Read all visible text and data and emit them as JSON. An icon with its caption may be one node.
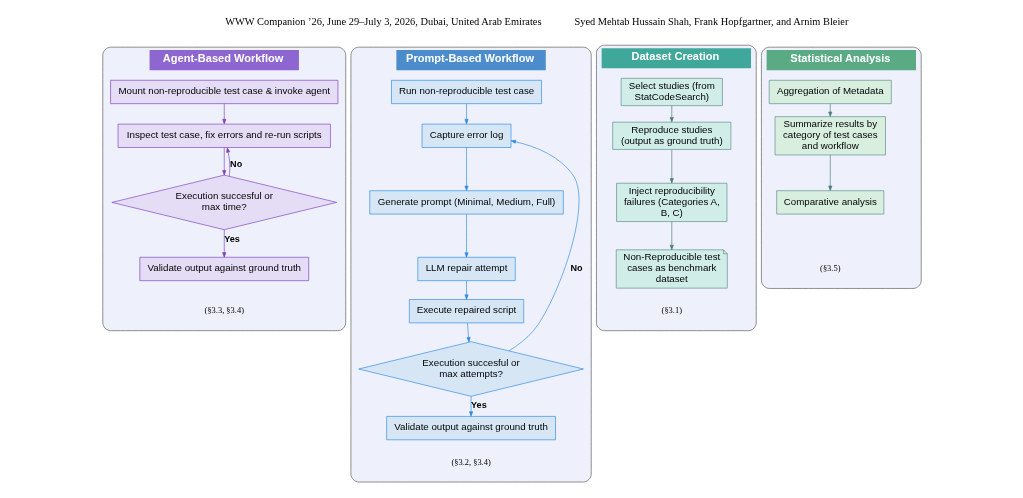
{
  "diagram": {
    "nodes": [
      {
        "text": [
          "Dataset Creation",
          "(§3.1)"
        ]
      },
      {
        "text": [
          "Select studies (from StatCodeSearch)"
        ],
        "in": 0
      },
      {
        "text": [
          "Reproduce studies (output as ground truth)"
        ],
        "in": 0
      },
      {
        "text": [
          "Inject reproducibility failures (Categories A, B, C)"
        ],
        "in": 0
      },
      {
        "text": [
          "Non-Reproducible test cases as benchmark dataset"
        ],
        "in": 0
      },
      {
        "text": [
          "Prompt-Based Workflow",
          "(§3.2, §3.4)"
        ]
      },
      {
        "text": [
          "Run non-reproducible test case"
        ],
        "in": 5
      },
      {
        "text": [
          "Capture error log"
        ],
        "in": 5
      },
      {
        "text": [
          "Generate prompt (Minimal, Medium, Full)"
        ],
        "in": 5
      },
      {
        "text": [
          "LLM repair attempt"
        ],
        "in": 5
      },
      {
        "text": [
          "Execute repaired script"
        ],
        "in": 5
      },
      {
        "text": [
          "Execution succesful or max attempts?"
        ],
        "in": 5
      },
      {
        "text": [
          "Validate output against ground truth"
        ],
        "in": 5
      },
      {
        "text": [
          "Agent-Based Workflow",
          "(§3.3, §3.4)"
        ]
      },
      {
        "text": [
          "Mount non-reproducible test case & invoke agent"
        ],
        "in": 13
      },
      {
        "text": [
          "Inspect test case, fix errors and re-run scripts"
        ],
        "in": 13
      },
      {
        "text": [
          "Execution succesful or max time?"
        ],
        "in": 13
      },
      {
        "text": [
          "Validate output against ground truth"
        ],
        "in": 13
      },
      {
        "text": [
          "Statistical Analysis",
          "(§3.5)"
        ]
      },
      {
        "text": [
          "Aggregation of Metadata"
        ],
        "in": 18
      },
      {
        "text": [
          "Summarize results by category of test cases and workflow"
        ],
        "in": 18
      },
      {
        "text": [
          "Comparative analysis"
        ],
        "in": 18
      }
    ],
    "edges": [
      {
        "from": 1,
        "to": 2,
        "arrow": "to",
        "color": "#4a7a7e"
      },
      {
        "from": 2,
        "to": 3,
        "arrow": "to",
        "color": "#4a7a7e"
      },
      {
        "from": 3,
        "to": 4,
        "arrow": "to",
        "color": "#4a7a7e"
      },
      {
        "from": 6,
        "to": 7,
        "arrow": "to",
        "color": "#2b8ae6"
      },
      {
        "from": 7,
        "to": 8,
        "arrow": "to",
        "color": "#2b8ae6"
      },
      {
        "from": 8,
        "to": 9,
        "arrow": "to",
        "color": "#2b8ae6"
      },
      {
        "from": 9,
        "to": 10,
        "arrow": "to",
        "color": "#2b8ae6"
      },
      {
        "from": 10,
        "to": 11,
        "arrow": "to",
        "color": "#2b8ae6"
      },
      {
        "from": 11,
        "to": 7,
        "arrow": "to",
        "label": "No",
        "color": "#2b8ae6"
      },
      {
        "from": 11,
        "to": 12,
        "arrow": "to",
        "label": "Yes",
        "color": "#2b8ae6"
      },
      {
        "from": 14,
        "to": 15,
        "arrow": "to",
        "color": "#7b3fbf"
      },
      {
        "from": 15,
        "to": 16,
        "arrow": "to",
        "color": "#7b3fbf"
      },
      {
        "from": 16,
        "to": 15,
        "arrow": "to",
        "label": "No",
        "color": "#7b3fbf"
      },
      {
        "from": 16,
        "to": 17,
        "arrow": "to",
        "label": "Yes",
        "color": "#7b3fbf"
      },
      {
        "from": 19,
        "to": 20,
        "arrow": "to",
        "color": "#4a7a7e"
      },
      {
        "from": 20,
        "to": 21,
        "arrow": "to",
        "color": "#4a7a7e"
      }
    ],
    "labels": [
      "WWW Companion ’26, June 29–July 3, 2026, Dubai, United Arab Emirates",
      "Syed Mehtab Hussain Shah, Frank Hopfgartner, and Arnim Bleier"
    ]
  }
}
